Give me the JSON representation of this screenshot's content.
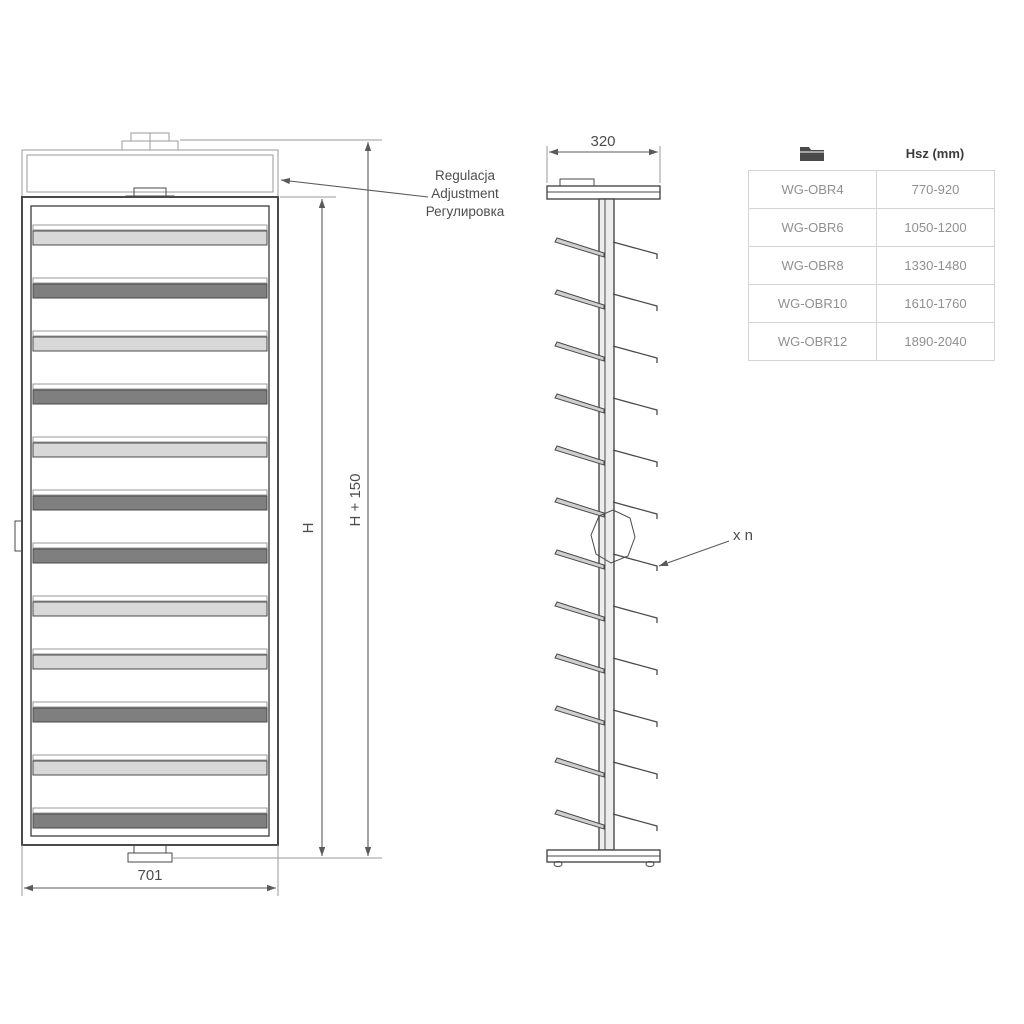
{
  "colors": {
    "line": "#4a4a4a",
    "thin": "#9a9a9a",
    "dim": "#5a5a5a",
    "dimtext": "#4d4d4d",
    "shelfLight": "#d8d8d8",
    "shelfDark": "#7f7f7f",
    "tborder": "#d4d4d4",
    "ttext": "#909090",
    "thead": "#3c3c3c",
    "bg": "#ffffff"
  },
  "front_view": {
    "label_width": "701",
    "dim_h": "H",
    "dim_h150": "H + 150",
    "annotation": {
      "lines": [
        "Regulacja",
        "Adjustment",
        "Регулировка"
      ]
    },
    "shelves": [
      "light",
      "dark",
      "light",
      "dark",
      "light",
      "dark",
      "dark",
      "light",
      "light",
      "dark",
      "light",
      "dark"
    ]
  },
  "side_view": {
    "label_width": "320",
    "multiplier_label": "x n",
    "levels": 12
  },
  "table": {
    "icon": "folder-icon",
    "header_col2": "Hsz (mm)",
    "rows": [
      {
        "model": "WG-OBR4",
        "hsz": "770-920"
      },
      {
        "model": "WG-OBR6",
        "hsz": "1050-1200"
      },
      {
        "model": "WG-OBR8",
        "hsz": "1330-1480"
      },
      {
        "model": "WG-OBR10",
        "hsz": "1610-1760"
      },
      {
        "model": "WG-OBR12",
        "hsz": "1890-2040"
      }
    ]
  }
}
